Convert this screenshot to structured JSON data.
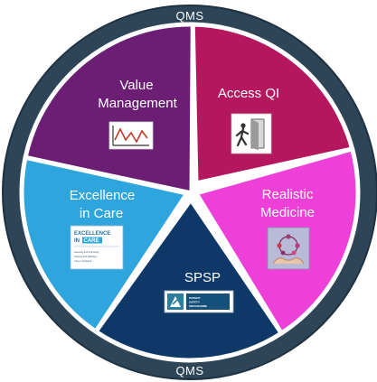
{
  "ring": {
    "top_label": "QMS",
    "bottom_label": "QMS"
  },
  "segments": [
    {
      "id": "value-management",
      "lines": [
        "Value",
        "Management"
      ],
      "color": "#6b1e74",
      "icon": "chart-icon"
    },
    {
      "id": "access-qi",
      "lines": [
        "Access QI"
      ],
      "color": "#b5175f",
      "icon": "exit-door-icon"
    },
    {
      "id": "realistic-medicine",
      "lines": [
        "Realistic",
        "Medicine"
      ],
      "color": "#ee3fd8",
      "icon": "people-hands-icon"
    },
    {
      "id": "spsp",
      "lines": [
        "SPSP"
      ],
      "color": "#0e3868",
      "icon": "spsp-logo-icon"
    },
    {
      "id": "excellence-in-care",
      "lines": [
        "Excellence",
        "in Care"
      ],
      "color": "#2ea6dd",
      "icon": "excellence-in-care-logo"
    }
  ],
  "logos": {
    "excellence_title_1": "EXCELLENCE",
    "excellence_title_2": "IN",
    "excellence_title_3": "CARE",
    "excellence_sub_1": "Assuring and Improving",
    "excellence_sub_2": "Nursing and Midwifery",
    "excellence_sub_3": "Care in Scotland",
    "spsp_1": "PATIENT",
    "spsp_2": "SAFETY",
    "spsp_3": "PROGRAMME"
  },
  "colors": {
    "ring": "#2e4558",
    "ring_stroke": "#1f3242",
    "separator": "#ffffff"
  }
}
